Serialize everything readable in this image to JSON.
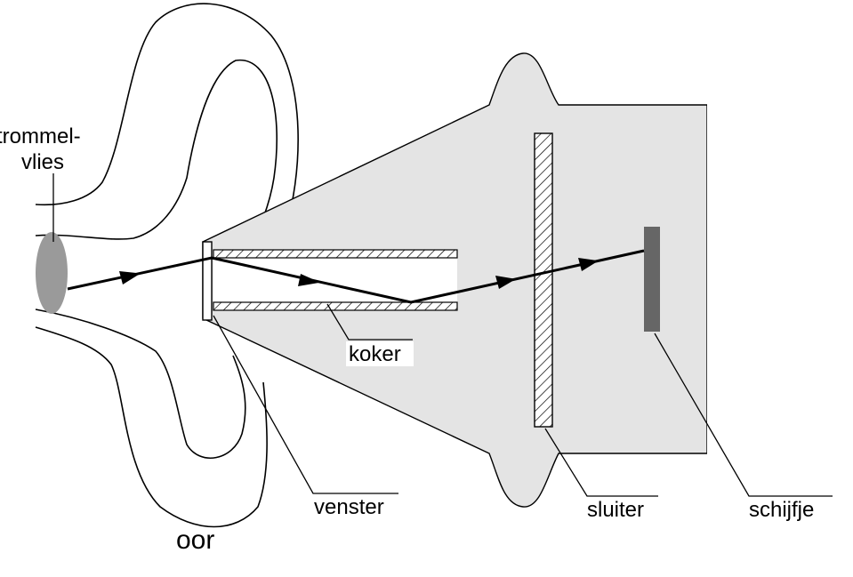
{
  "labels": {
    "trommelvlies_line1": "trommel-",
    "trommelvlies_line2": "vlies",
    "koker": "koker",
    "venster": "venster",
    "sluiter": "sluiter",
    "schijfje": "schijfje",
    "oor": "oor"
  },
  "colors": {
    "device_fill": "#e4e4e4",
    "eardrum": "#9a9a9a",
    "disc": "#666666",
    "outline": "#000000",
    "background": "#ffffff"
  }
}
